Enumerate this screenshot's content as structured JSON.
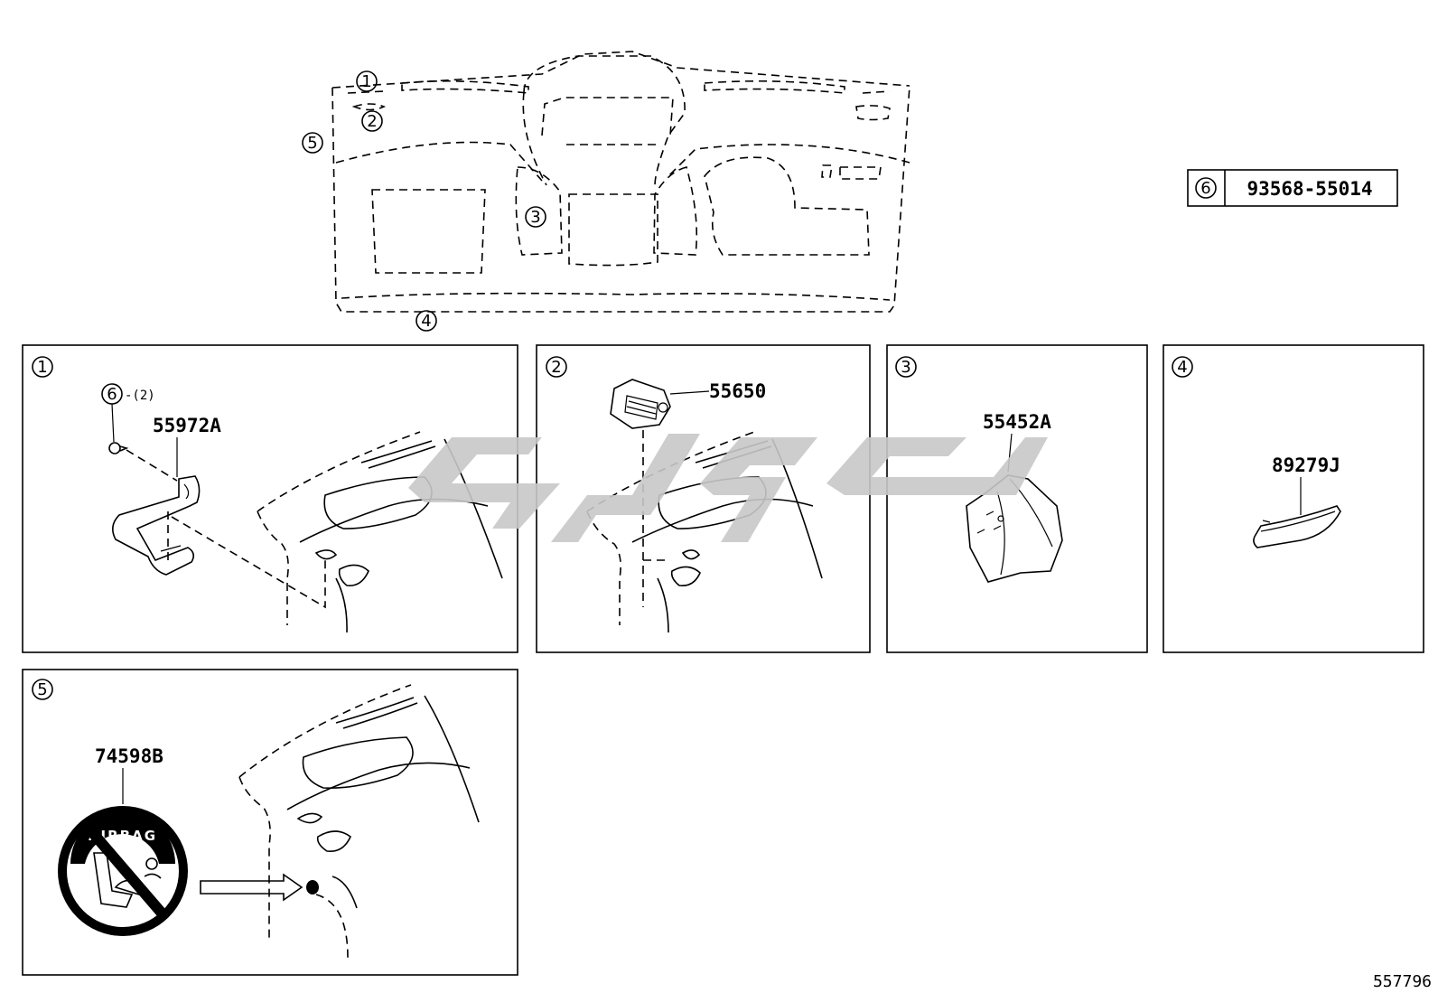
{
  "callouts": {
    "c1": "1",
    "c2": "2",
    "c3": "3",
    "c4": "4",
    "c5": "5",
    "c6": "6"
  },
  "table": {
    "key": "6",
    "part_no": "93568-55014"
  },
  "panels": [
    {
      "num": "1",
      "parts": [
        "55972A"
      ],
      "qty_ref": "6",
      "qty": "-(2)"
    },
    {
      "num": "2",
      "parts": [
        "55650"
      ]
    },
    {
      "num": "3",
      "parts": [
        "55452A"
      ]
    },
    {
      "num": "4",
      "parts": [
        "89279J"
      ]
    },
    {
      "num": "5",
      "parts": [
        "74598B"
      ],
      "label_text": "AIRBAG"
    }
  ],
  "watermark_color": "#c8c8c8",
  "footer": {
    "diagram_id": "557796"
  }
}
